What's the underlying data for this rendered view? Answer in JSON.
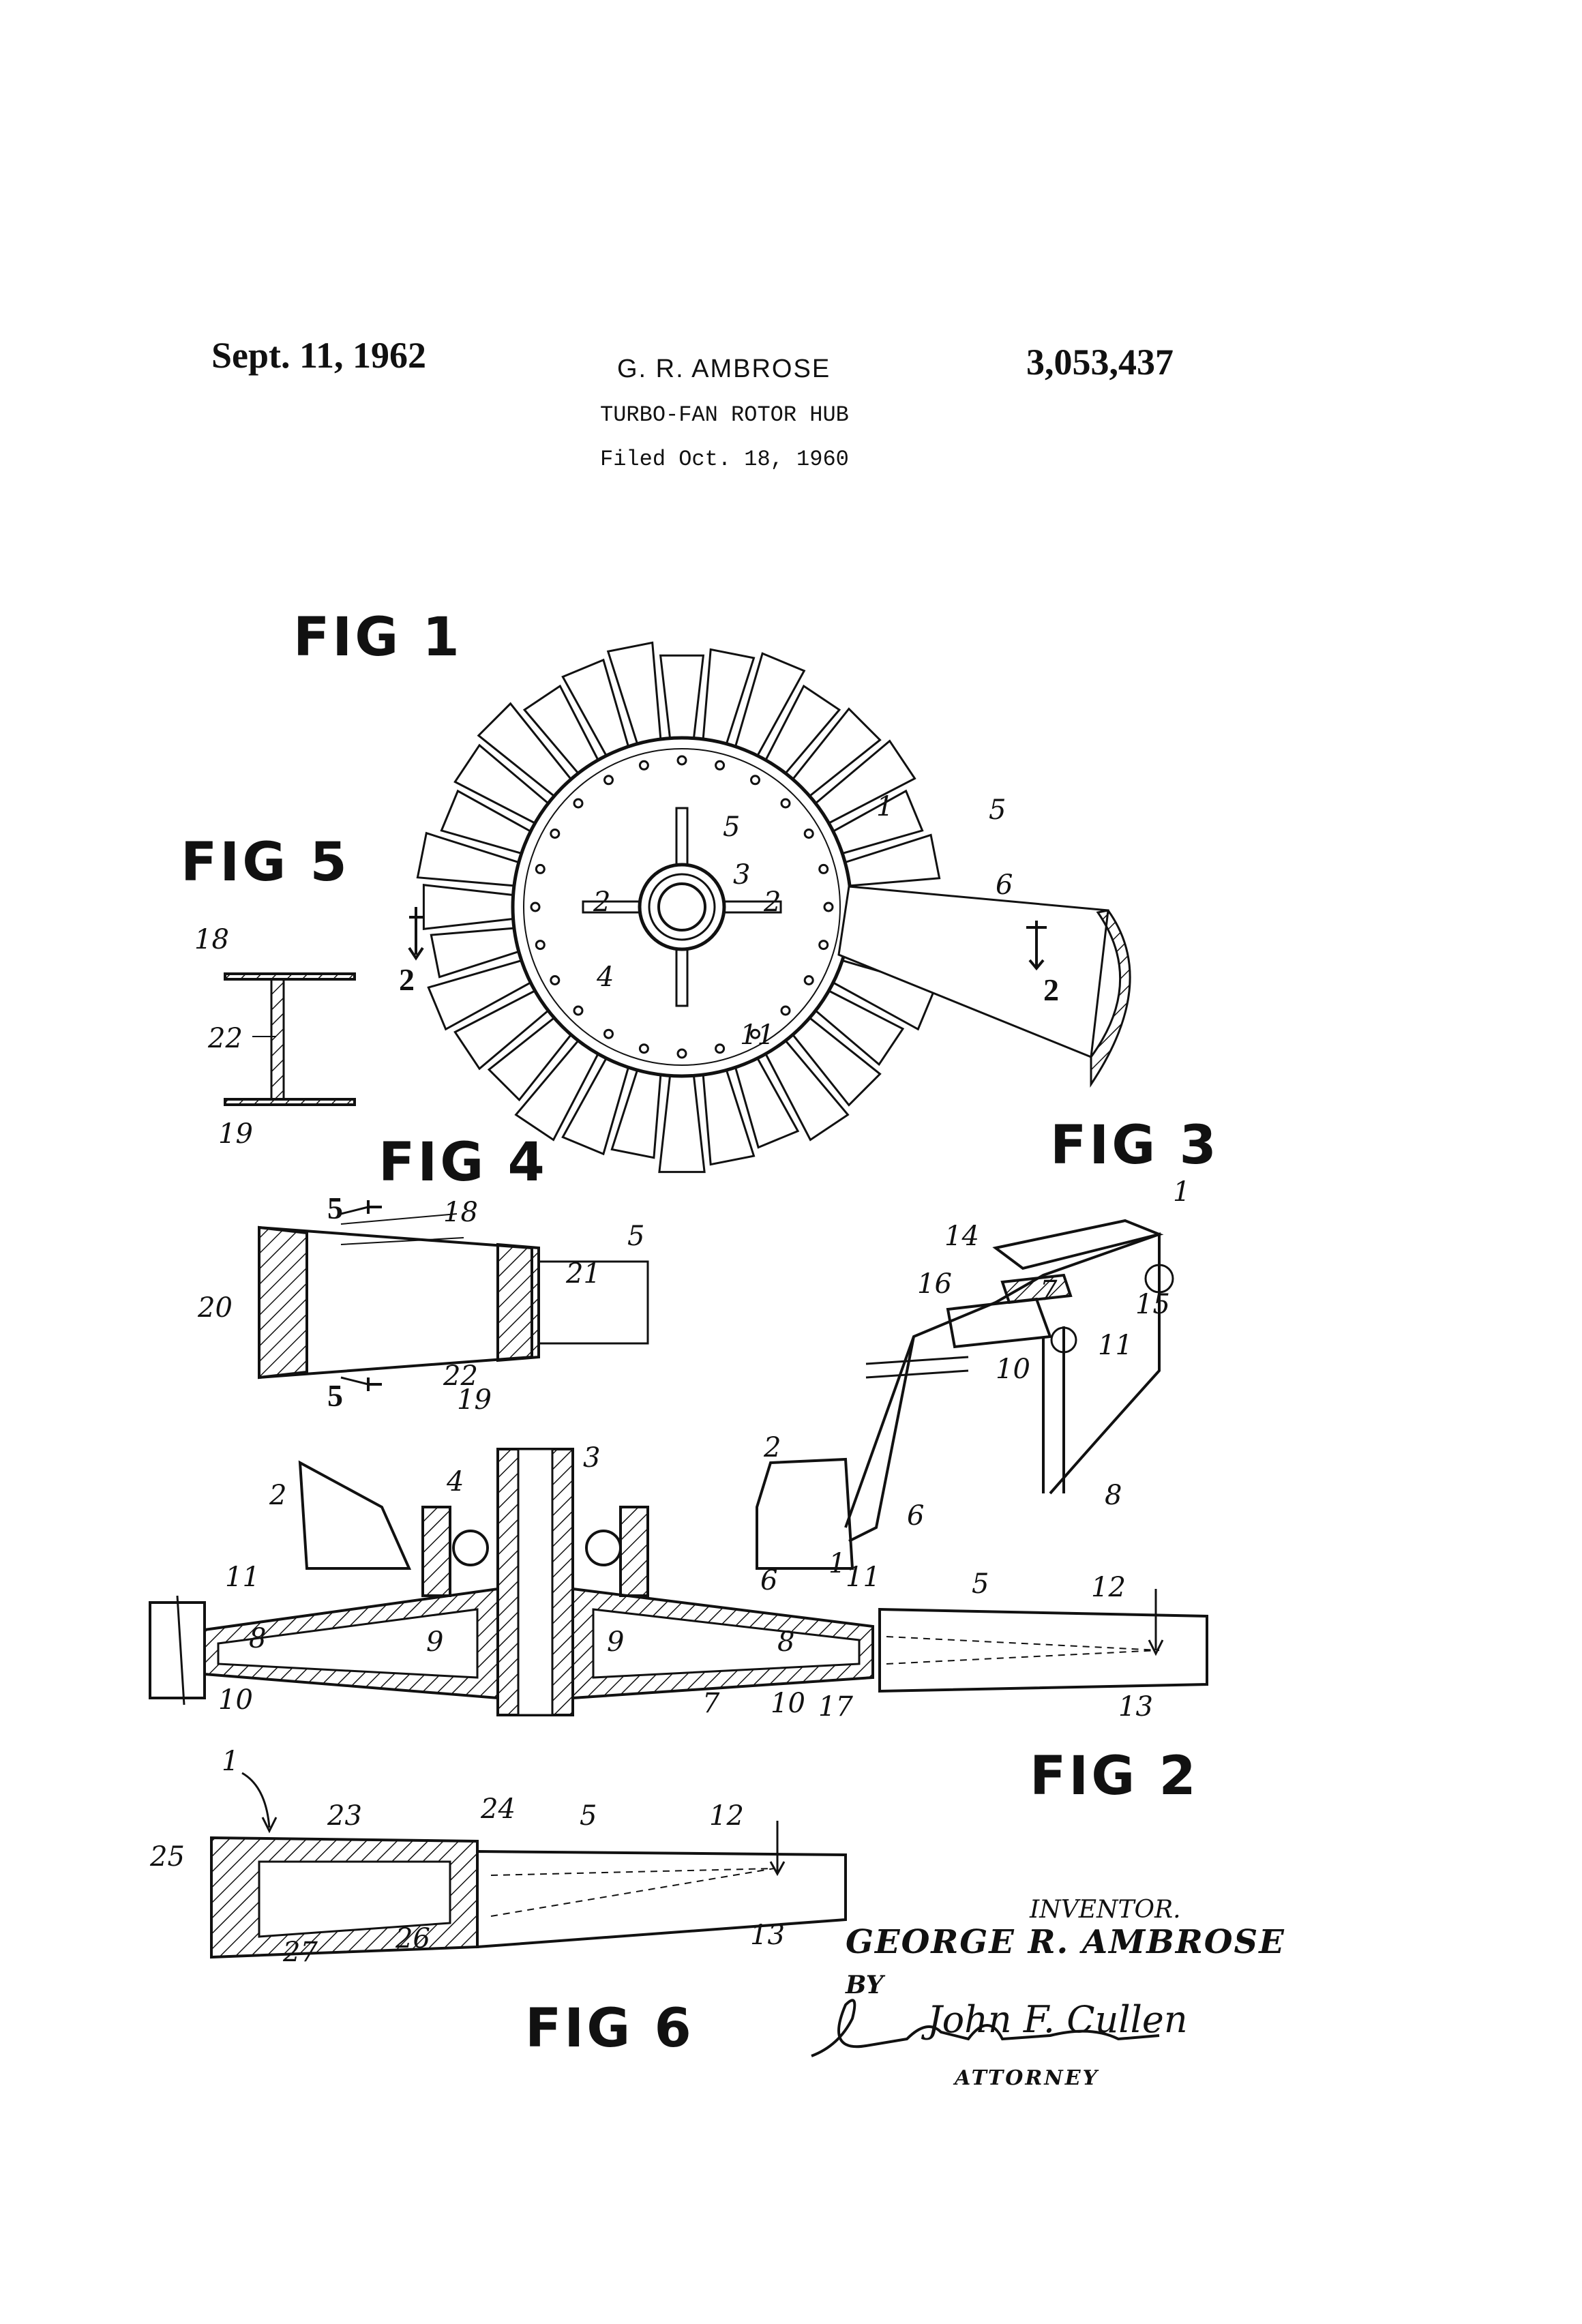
{
  "header": {
    "date": "Sept. 11, 1962",
    "inventor_name": "G. R. AMBROSE",
    "patent_number": "3,053,437",
    "title": "TURBO-FAN ROTOR HUB",
    "filed": "Filed Oct. 18, 1960"
  },
  "figures": {
    "fig1": "FIG 1",
    "fig2": "FIG 2",
    "fig3": "FIG 3",
    "fig4": "FIG 4",
    "fig5": "FIG 5",
    "fig6": "FIG 6"
  },
  "refs": {
    "fig1": [
      "1",
      "2",
      "2",
      "3",
      "4",
      "5",
      "5",
      "6",
      "11",
      "2",
      "2"
    ],
    "fig2": [
      "2",
      "2",
      "3",
      "4",
      "5",
      "6",
      "7",
      "8",
      "8",
      "9",
      "9",
      "10",
      "10",
      "11",
      "11",
      "12",
      "13",
      "17",
      "1"
    ],
    "fig3": [
      "1",
      "6",
      "7",
      "8",
      "10",
      "11",
      "14",
      "15",
      "16"
    ],
    "fig4": [
      "5",
      "5",
      "18",
      "19",
      "20",
      "21",
      "22",
      "5"
    ],
    "fig5": [
      "18",
      "19",
      "22"
    ],
    "fig6": [
      "1",
      "5",
      "12",
      "13",
      "23",
      "24",
      "25",
      "26",
      "27"
    ]
  },
  "signature_block": {
    "inventor_label": "INVENTOR.",
    "inventor": "GEORGE R. AMBROSE",
    "by": "BY",
    "signature": "John F. Cullen",
    "attorney": "ATTORNEY"
  }
}
